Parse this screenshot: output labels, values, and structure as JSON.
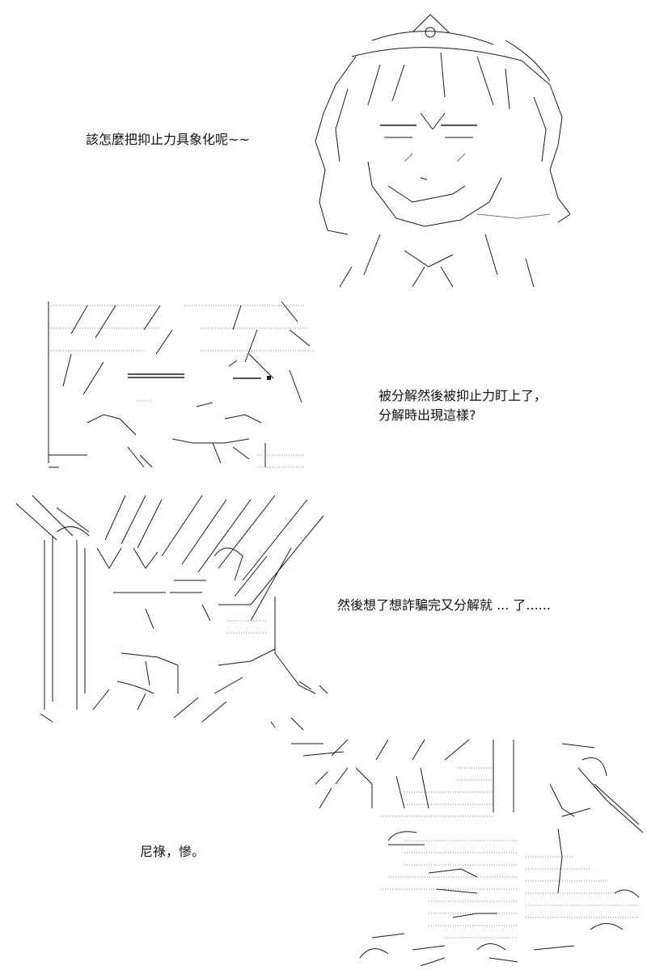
{
  "panels": [
    {
      "caption": "該怎麼把抑止力具象化呢~~"
    },
    {
      "caption": "被分解然後被抑止力盯上了，\n分解時出現這樣?"
    },
    {
      "caption": "然後想了想詐騙完又分解就 ... 了......"
    },
    {
      "caption": "尼祿，慘。"
    }
  ],
  "art": [
    {
      "icon": "girl-face-ascii-art"
    },
    {
      "icon": "shocked-face-ascii-art"
    },
    {
      "icon": "speed-lines-figure-ascii-art"
    },
    {
      "icon": "rubble-figure-ascii-art"
    }
  ]
}
